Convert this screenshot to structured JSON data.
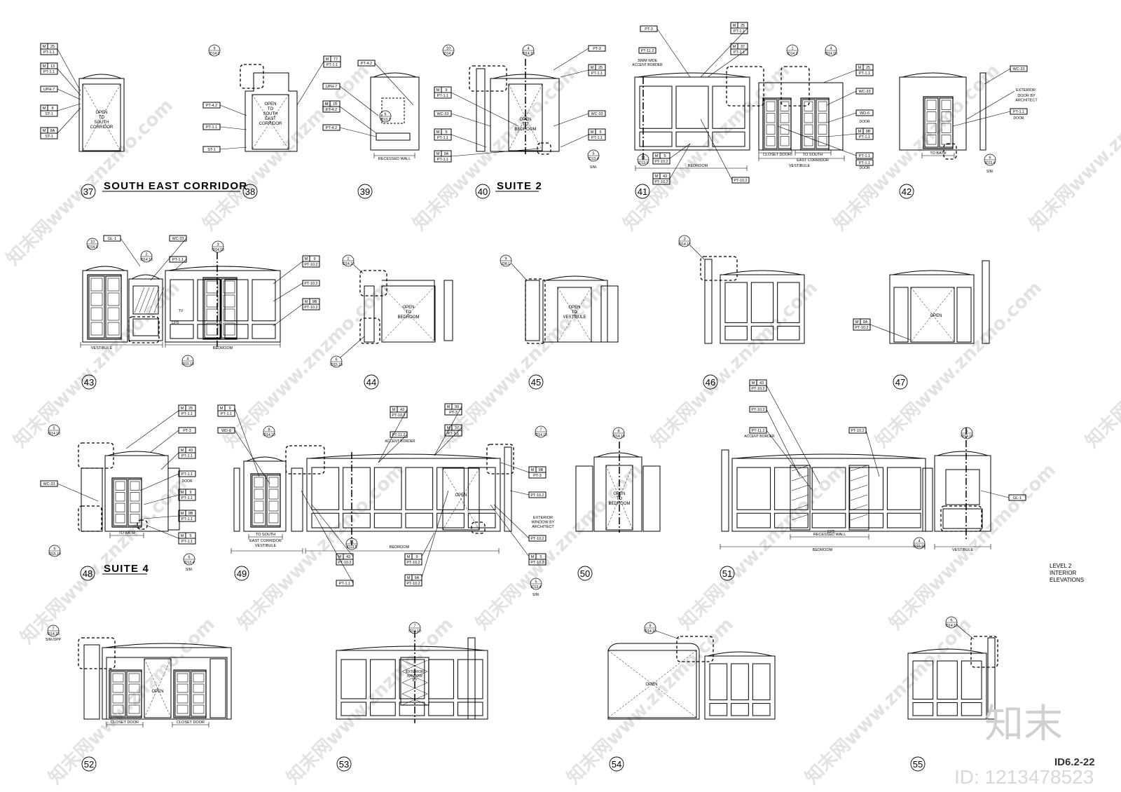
{
  "sheet": {
    "number": "ID6.2-22",
    "level_note": [
      "LEVEL 2",
      "INTERIOR",
      "ELEVATIONS"
    ],
    "watermark_text": "知末网www.znzmo.com",
    "logo_text": "知末",
    "id_text": "ID: 1213478523"
  },
  "section_titles": {
    "south_east_corridor": "SOUTH EAST CORRIDOR",
    "suite_2": "SUITE 2",
    "suite_4": "SUITE 4"
  },
  "elevations": [
    {
      "num": "37",
      "notes": [
        {
          "a": "M",
          "b": "25",
          "c": "PT-1.1"
        },
        {
          "a": "M",
          "b": "13",
          "c": "PT-1.1"
        },
        {
          "c": "UPH-7"
        },
        {
          "a": "M",
          "b": "8",
          "c": "ST-1"
        },
        {
          "a": "M",
          "b": "8A",
          "c": "ST-1"
        }
      ],
      "labels": [
        "OPEN",
        "TO",
        "SOUTH",
        "CORRIDOR"
      ]
    },
    {
      "num": "38",
      "notes": [
        {
          "a": "M",
          "b": "77",
          "c": "PT-1.1"
        },
        {
          "c": "PT-4.2"
        },
        {
          "c": "PT-1.1"
        },
        {
          "c": "ST-1"
        }
      ],
      "callouts": [
        {
          "n": "9",
          "r": "ID14.0"
        }
      ],
      "labels": [
        "OPEN",
        "TO",
        "SOUTH",
        "EAST",
        "CORRIDOR"
      ]
    },
    {
      "num": "39",
      "notes": [
        {
          "c": "PT-4.2"
        },
        {
          "c": "UPH-7"
        },
        {
          "a": "M",
          "b": "15",
          "c": "PT-4.2"
        },
        {
          "c": "PT-4.2"
        }
      ],
      "callouts": [
        {
          "n": "6",
          "r": "ID13.3"
        }
      ],
      "labels": [
        "RECESSED WALL"
      ]
    },
    {
      "num": "40",
      "notes": [
        {
          "c": "PT-3"
        },
        {
          "a": "M",
          "b": "25",
          "c": "PT-1.1"
        },
        {
          "a": "M",
          "b": "9",
          "c": "PT-1.1"
        },
        {
          "c": "WC-33"
        },
        {
          "c": "WC-33"
        },
        {
          "a": "M",
          "b": "5",
          "c": "PT-1.1"
        },
        {
          "a": "M",
          "b": "5",
          "c": "PT-1.1"
        },
        {
          "a": "M",
          "b": "9A",
          "c": "PT-1.1"
        }
      ],
      "callouts": [
        {
          "n": "10",
          "r": "ID14.0"
        },
        {
          "n": "4",
          "r": "ID14.10"
        },
        {
          "n": "5",
          "r": "ID13.4"
        }
      ],
      "labels": [
        "OPEN",
        "TO",
        "BEDROOM",
        "SIM."
      ]
    },
    {
      "num": "41",
      "notes": [
        {
          "c": "PT-3"
        },
        {
          "a": "M",
          "b": "25",
          "c": "PT-1.1"
        },
        {
          "c": "PT-11.2"
        },
        {
          "a": "M",
          "b": "37",
          "c": "PT-1.1"
        },
        {
          "a": "M",
          "b": "25",
          "c": "PT-1.1"
        },
        {
          "c": "WC-33"
        },
        {
          "c": "WD-6"
        },
        {
          "a": "M",
          "b": "9B",
          "c": "PT-1.1"
        },
        {
          "c": "PT-1.1"
        },
        {
          "c": "PT-1.1"
        },
        {
          "a": "M",
          "b": "5",
          "c": "PT-10.2"
        },
        {
          "a": "M",
          "b": "43",
          "c": "PT-10.2"
        },
        {
          "c": "PT-10.2"
        }
      ],
      "callouts": [
        {
          "n": "1",
          "r": "ID14.0"
        },
        {
          "n": "4",
          "r": "ID14.10"
        },
        {
          "n": "11",
          "r": "ID13.5"
        }
      ],
      "labels": [
        "30MM WIDE",
        "ACCENT BORDER",
        "DOOR",
        "CLOSET DOOR",
        "TO SOUTH",
        "EAST CORRIDOR",
        "VESTIBULE",
        "BEDROOM",
        "DOOR"
      ]
    },
    {
      "num": "42",
      "notes": [
        {
          "c": "WC-33"
        },
        {
          "c": "EXTERIOR"
        },
        {
          "c": "PT-1.1"
        }
      ],
      "callouts": [
        {
          "n": "6",
          "r": "ID13.4"
        }
      ],
      "labels": [
        "DOOR BY",
        "ARCHITECT",
        "DOOR",
        "TO BATH",
        "SIM."
      ]
    },
    {
      "num": "43",
      "notes": [
        {
          "c": "GL-1"
        },
        {
          "c": "WC-33"
        },
        {
          "c": "PT-1.1"
        },
        {
          "a": "M",
          "b": "9",
          "c": "PT-10.2"
        },
        {
          "c": "PT-10.2"
        },
        {
          "a": "M",
          "b": "9B",
          "c": "PT-10.2"
        }
      ],
      "callouts": [
        {
          "n": "10",
          "r": "ID14.0"
        },
        {
          "n": "2",
          "r": "ID14.10"
        },
        {
          "n": "3",
          "r": "ID14.10"
        },
        {
          "n": "4",
          "r": "ID15.18"
        }
      ],
      "labels": [
        "VESTIBULE",
        "BEDROOM",
        "TV",
        "1375"
      ]
    },
    {
      "num": "44",
      "callouts": [
        {
          "n": "2",
          "r": "ID14.10"
        },
        {
          "n": "6",
          "r": "ID15.19"
        }
      ],
      "labels": [
        "OPEN",
        "TO",
        "BEDROOM"
      ]
    },
    {
      "num": "45",
      "callouts": [
        {
          "n": "9",
          "r": "ID8.1"
        }
      ],
      "labels": [
        "OPEN",
        "TO",
        "VESTIBULE"
      ]
    },
    {
      "num": "46",
      "callouts": [
        {
          "n": "3",
          "r": "ID14.10"
        }
      ]
    },
    {
      "num": "47",
      "notes": [
        {
          "a": "M",
          "b": "9A",
          "c": "PT-10.2"
        }
      ],
      "labels": [
        "OPEN"
      ]
    },
    {
      "num": "48",
      "notes": [
        {
          "a": "M",
          "b": "25",
          "c": "PT-1.1"
        },
        {
          "c": "PT-3"
        },
        {
          "a": "M",
          "b": "43",
          "c": "PT-1.1"
        },
        {
          "c": "WC-33"
        },
        {
          "c": "PT-1.1"
        },
        {
          "a": "M",
          "b": "9",
          "c": "PT-1.1"
        },
        {
          "a": "M",
          "b": "9B",
          "c": "PT-1.1"
        },
        {
          "a": "M",
          "b": "5",
          "c": "PT-1.1"
        }
      ],
      "callouts": [
        {
          "n": "5",
          "r": "ID14.10"
        },
        {
          "n": "6",
          "r": "ID15.19"
        },
        {
          "n": "6",
          "r": "ID13.4"
        }
      ],
      "labels": [
        "DOOR",
        "TO BATH",
        "SIM."
      ]
    },
    {
      "num": "49",
      "notes": [
        {
          "a": "M",
          "b": "9",
          "c": "PT-1.1"
        },
        {
          "c": "WD-6"
        },
        {
          "a": "M",
          "b": "43",
          "c": "PT-10.2"
        },
        {
          "c": "PT-11.2"
        },
        {
          "a": "M",
          "b": "99",
          "c": "PT-3"
        },
        {
          "a": "M",
          "b": "37",
          "c": "PT-1.1"
        },
        {
          "a": "M",
          "b": "9B",
          "c": "PT-3"
        },
        {
          "c": "PT-10.2"
        },
        {
          "c": "PT-10.2"
        },
        {
          "a": "M",
          "b": "43",
          "c": "PT-10.2"
        },
        {
          "a": "M",
          "b": "9",
          "c": "PT-10.2"
        },
        {
          "a": "M",
          "b": "9A",
          "c": "PT-10.2"
        },
        {
          "a": "M",
          "b": "5",
          "c": "PT-10.2"
        },
        {
          "c": "PT-1.1"
        }
      ],
      "callouts": [
        {
          "n": "8",
          "r": "ID14.10"
        },
        {
          "n": "7",
          "r": "ID14.10"
        },
        {
          "n": "11",
          "r": "ID13.5"
        },
        {
          "n": "5",
          "r": "ID13.4"
        }
      ],
      "labels": [
        "DOOR",
        "ACCENT BORDER",
        "TO SOUTH",
        "EAST CORRIDOR",
        "VESTIBULE",
        "BEDROOM",
        "OPEN",
        "EXTERIOR",
        "WINDOW BY",
        "ARCHITECT",
        "SIM."
      ]
    },
    {
      "num": "50",
      "callouts": [
        {
          "n": "8",
          "r": "ID14.10"
        }
      ],
      "labels": [
        "OPEN",
        "TO",
        "BEDROOM"
      ]
    },
    {
      "num": "51",
      "notes": [
        {
          "a": "M",
          "b": "43",
          "c": "PT-10.2"
        },
        {
          "c": "PT-10.2"
        },
        {
          "c": "PT-11.2"
        },
        {
          "c": "PT-10.2"
        },
        {
          "c": "GL-1"
        }
      ],
      "callouts": [
        {
          "n": "5",
          "r": "ID14.10"
        },
        {
          "n": "4",
          "r": "ID15.18"
        }
      ],
      "labels": [
        "ACCENT BORDER",
        "RECESSED WALL",
        "BEDROOM",
        "VESTIBULE",
        "1375"
      ]
    },
    {
      "num": "52",
      "callouts": [
        {
          "n": "7",
          "r": "ID14.10"
        }
      ],
      "labels": [
        "SIM./OPP",
        "OPEN",
        "CLOSET DOOR",
        "CLOSET DOOR"
      ]
    },
    {
      "num": "53",
      "callouts": [
        {
          "n": "7",
          "r": "ID14.10"
        }
      ],
      "labels": [
        "EXTERIOR",
        "WINDOW",
        "BY"
      ]
    },
    {
      "num": "54",
      "callouts": [
        {
          "n": "9",
          "r": "ID14.10"
        }
      ],
      "labels": [
        "OPEN"
      ]
    },
    {
      "num": "55",
      "callouts": [
        {
          "n": "6",
          "r": "ID14.10"
        }
      ]
    }
  ]
}
